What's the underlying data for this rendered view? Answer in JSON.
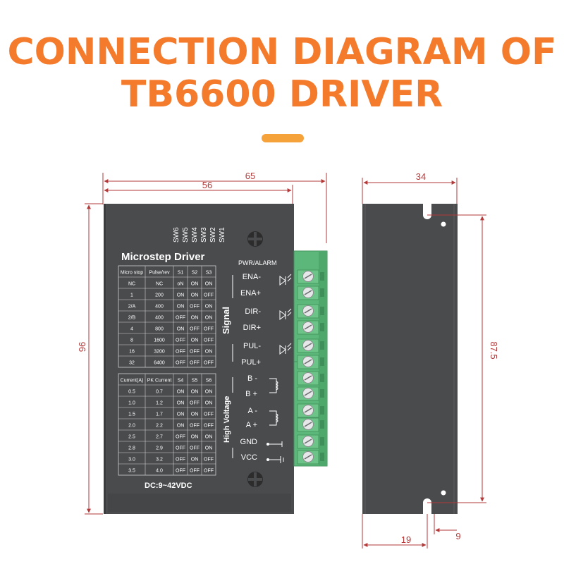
{
  "title": {
    "line1": "CONNECTION DIAGRAM OF",
    "line2": "TB6600 DRIVER"
  },
  "colors": {
    "title": "#f47a2c",
    "accent": "#f5a23a",
    "body": "#4a4b4d",
    "dimension": "#b33a3a",
    "terminal": "#5cb87a"
  },
  "dimensions": {
    "width_total": "65",
    "width_body": "56",
    "height_total": "96",
    "side_width": "34",
    "hole_spacing": "87.5",
    "bottom_offset": "19",
    "slot_width": "9"
  },
  "panel": {
    "label": "Microstep Driver",
    "switches": [
      "SW6",
      "SW5",
      "SW4",
      "SW3",
      "SW2",
      "SW1"
    ],
    "microstep_table": {
      "headers": [
        "Micro stop",
        "Pulse/rev",
        "S1",
        "S2",
        "S3"
      ],
      "rows": [
        [
          "NC",
          "NC",
          "oN",
          "ON",
          "ON"
        ],
        [
          "1",
          "200",
          "ON",
          "ON",
          "OFF"
        ],
        [
          "2/A",
          "400",
          "ON",
          "OFF",
          "ON"
        ],
        [
          "2/B",
          "400",
          "OFF",
          "ON",
          "ON"
        ],
        [
          "4",
          "800",
          "ON",
          "OFF",
          "OFF"
        ],
        [
          "8",
          "1600",
          "OFF",
          "ON",
          "OFF"
        ],
        [
          "16",
          "3200",
          "OFF",
          "OFF",
          "ON"
        ],
        [
          "32",
          "6400",
          "OFF",
          "OFF",
          "OFF"
        ]
      ]
    },
    "current_table": {
      "headers": [
        "Current(A)",
        "PK Current",
        "S4",
        "S5",
        "S6"
      ],
      "rows": [
        [
          "0.5",
          "0.7",
          "ON",
          "ON",
          "ON"
        ],
        [
          "1.0",
          "1.2",
          "ON",
          "OFF",
          "ON"
        ],
        [
          "1.5",
          "1.7",
          "ON",
          "ON",
          "OFF"
        ],
        [
          "2.0",
          "2.2",
          "ON",
          "OFF",
          "OFF"
        ],
        [
          "2.5",
          "2.7",
          "OFF",
          "ON",
          "ON"
        ],
        [
          "2.8",
          "2.9",
          "OFF",
          "OFF",
          "ON"
        ],
        [
          "3.0",
          "3.2",
          "OFF",
          "ON",
          "OFF"
        ],
        [
          "3.5",
          "4.0",
          "OFF",
          "OFF",
          "OFF"
        ]
      ]
    },
    "power_label": "DC:9~42VDC",
    "pwr_alarm": "PWR/ALARM",
    "signal_label": "Signal",
    "high_voltage_label": "High Voltage",
    "signal_pins": [
      "ENA-",
      "ENA+",
      "DIR-",
      "DIR+",
      "PUL-",
      "PUL+"
    ],
    "power_pins": [
      "B -",
      "B +",
      "A -",
      "A +",
      "GND",
      "VCC"
    ]
  }
}
